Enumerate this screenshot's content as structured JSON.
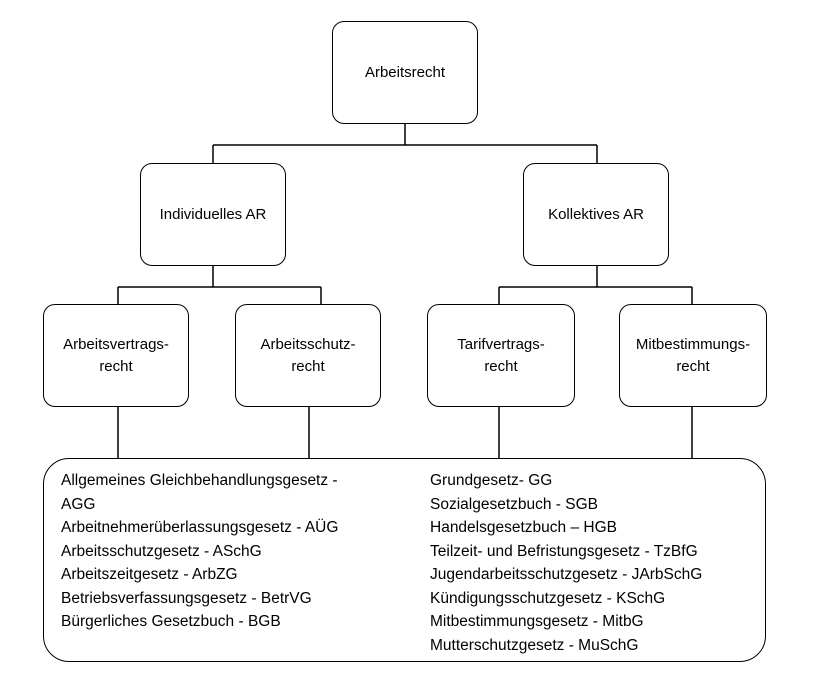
{
  "nodes": {
    "root": "Arbeitsrecht",
    "individual": "Individuelles AR",
    "collective": "Kollektives AR",
    "employment_contract": [
      "Arbeitsvertrags-",
      "recht"
    ],
    "occupational_safety": [
      "Arbeitsschutz-",
      "recht"
    ],
    "collective_bargaining": [
      "Tarifvertrags-",
      "recht"
    ],
    "codetermination": [
      "Mitbestimmungs-",
      "recht"
    ]
  },
  "laws_left": [
    "Allgemeines Gleichbehandlungsgesetz -\nAGG",
    "Arbeitnehmerüberlassungsgesetz - AÜG",
    "Arbeitsschutzgesetz - ASchG",
    "Arbeitszeitgesetz - ArbZG",
    "Betriebsverfassungsgesetz - BetrVG",
    "Bürgerliches Gesetzbuch - BGB"
  ],
  "laws_right": [
    "Grundgesetz- GG",
    "Sozialgesetzbuch - SGB",
    "Handelsgesetzbuch – HGB",
    "Teilzeit- und Befristungsgesetz - TzBfG",
    "Jugendarbeitsschutzgesetz - JArbSchG",
    "Kündigungsschutzgesetz - KSchG",
    "Mitbestimmungsgesetz - MitbG",
    "Mutterschutzgesetz - MuSchG"
  ]
}
